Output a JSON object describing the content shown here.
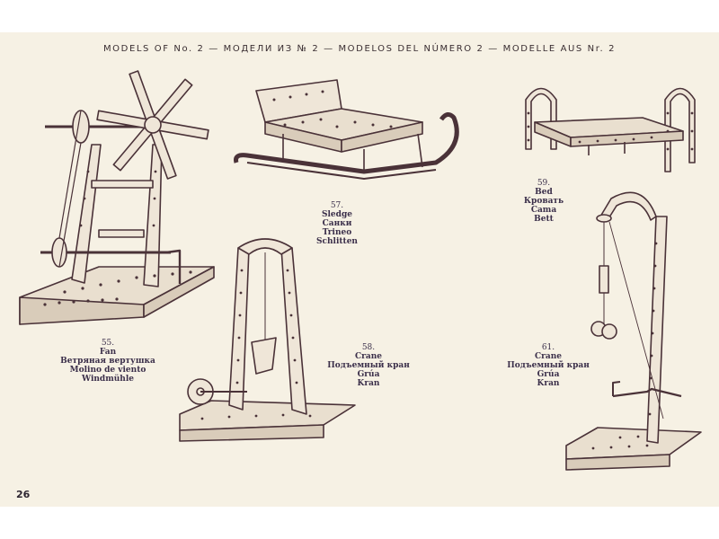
{
  "header": {
    "title": "MODELS OF No. 2 — МОДЕЛИ ИЗ № 2 — MODELOS DEL NÚMERO 2 — MODELLE AUS Nr. 2"
  },
  "page_number": "26",
  "colors": {
    "ink": "#4a3238",
    "paper": "#f6f1e4",
    "caption": "#3b2f4a"
  },
  "models": [
    {
      "number": "55.",
      "names": [
        "Fan",
        "Ветряная вертушка",
        "Molino de viento",
        "Windmühle"
      ]
    },
    {
      "number": "57.",
      "names": [
        "Sledge",
        "Санки",
        "Trineo",
        "Schlitten"
      ]
    },
    {
      "number": "58.",
      "names": [
        "Crane",
        "Подъемный кран",
        "Grúa",
        "Kran"
      ]
    },
    {
      "number": "59.",
      "names": [
        "Bed",
        "Кровать",
        "Cama",
        "Bett"
      ]
    },
    {
      "number": "61.",
      "names": [
        "Crane",
        "Подъемный кран",
        "Grúa",
        "Kran"
      ]
    }
  ]
}
